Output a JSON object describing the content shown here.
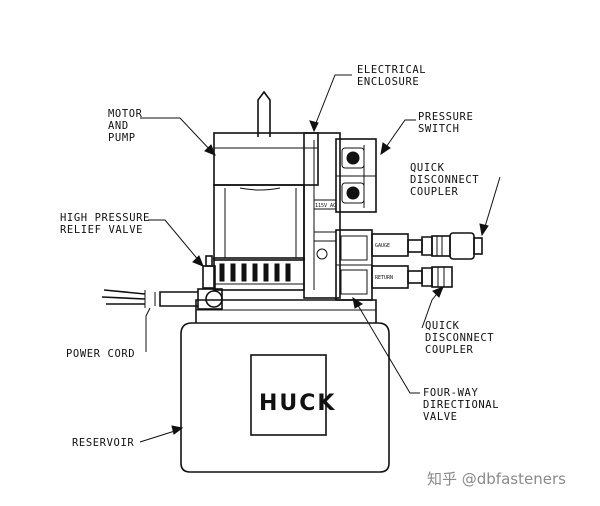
{
  "labels": {
    "electrical_enclosure": [
      "ELECTRICAL",
      "ENCLOSURE"
    ],
    "motor_and_pump": [
      "MOTOR",
      "AND",
      "PUMP"
    ],
    "pressure_switch": [
      "PRESSURE",
      "SWITCH"
    ],
    "quick_disconnect_coupler_top": [
      "QUICK",
      "DISCONNECT",
      "COUPLER"
    ],
    "high_pressure_relief_valve": [
      "HIGH PRESSURE",
      "RELIEF VALVE"
    ],
    "power_cord": "POWER CORD",
    "quick_disconnect_coupler_bottom": [
      "QUICK",
      "DISCONNECT",
      "COUPLER"
    ],
    "four_way_directional_valve": [
      "FOUR-WAY",
      "DIRECTIONAL",
      "VALVE"
    ],
    "reservoir": "RESERVOIR"
  },
  "markings": {
    "brand": "HUCK",
    "voltage": "115V AC",
    "port_top": "GAUGE",
    "port_bottom": "RETURN"
  },
  "watermark": "知乎 @dbfasteners"
}
